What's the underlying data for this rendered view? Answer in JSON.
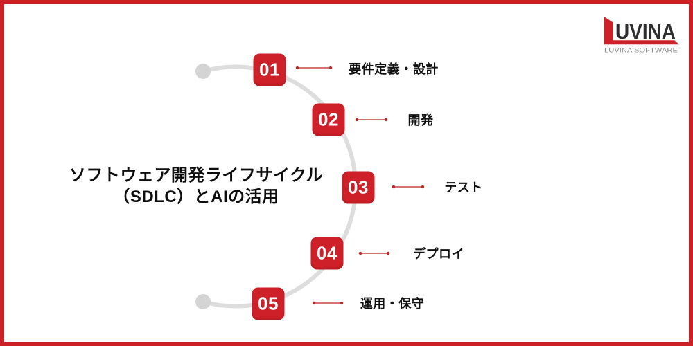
{
  "page": {
    "background": "#FFFFFF",
    "border_color": "#CD1F26"
  },
  "logo": {
    "wordmark": "UVINA",
    "subtitle": "LUVINA SOFTWARE",
    "accent_color": "#CE2028",
    "wordmark_color": "#2E2E2E",
    "subtitle_color": "#8C8C8C"
  },
  "title": {
    "line1": "ソフトウェア開発ライフサイクル",
    "line2": "（SDLC）とAIの活用"
  },
  "diagram": {
    "arc_color": "#DDDDDD",
    "dot_color": "#D4D4D4",
    "step_box_color": "#CE2028",
    "arrow_color": "#C94444",
    "steps": [
      {
        "number": "01",
        "label": "要件定義・設計"
      },
      {
        "number": "02",
        "label": "開発"
      },
      {
        "number": "03",
        "label": "テスト"
      },
      {
        "number": "04",
        "label": "デプロイ"
      },
      {
        "number": "05",
        "label": "運用・保守"
      }
    ]
  }
}
